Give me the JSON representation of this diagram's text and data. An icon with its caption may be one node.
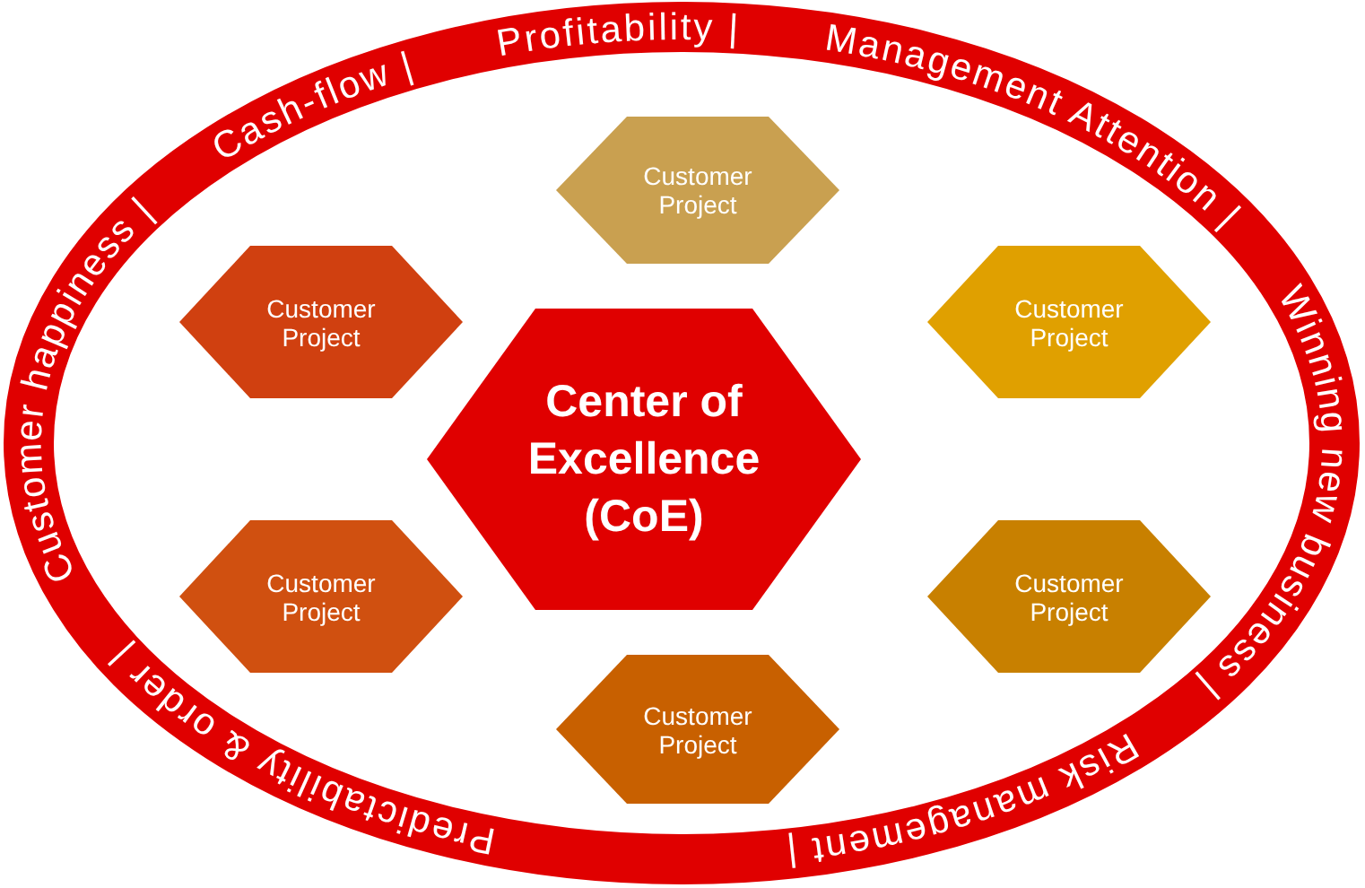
{
  "diagram": {
    "nodes": [
      {
        "text": [
          "Predictability & order |",
          "Customer happiness |",
          "Cash-flow |",
          "Profitability |",
          "Management Attention |",
          "Winning new business |",
          "Risk management |"
        ]
      },
      {
        "text": [
          "Customer Project"
        ],
        "in": 0
      },
      {
        "text": [
          "Customer Project"
        ],
        "in": 0
      },
      {
        "text": [
          "Customer Project"
        ],
        "in": 0
      },
      {
        "text": [
          "Center of Excellence (CoE)"
        ],
        "in": 0
      },
      {
        "text": [
          "Customer Project"
        ],
        "in": 0
      },
      {
        "text": [
          "Customer Project"
        ],
        "in": 0
      },
      {
        "text": [
          "Customer Project"
        ],
        "in": 0
      }
    ],
    "edges": []
  }
}
